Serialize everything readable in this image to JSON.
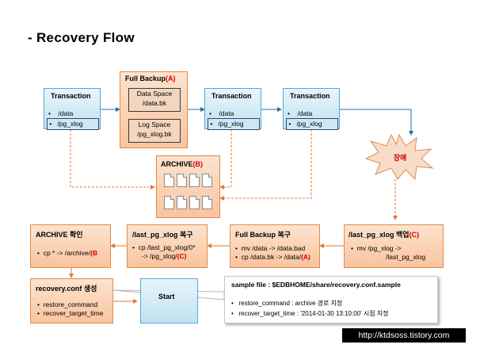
{
  "title": "- Recovery Flow",
  "transaction1": {
    "title": "Transaction",
    "items": [
      "/data",
      "/pg_xlog"
    ]
  },
  "full_backup": {
    "title": "Full Backup",
    "mark": "(A)",
    "data_space": [
      "Data Space",
      "/data.bk"
    ],
    "log_space": [
      "Log Space",
      "/pg_xlog.bk"
    ]
  },
  "transaction2": {
    "title": "Transaction",
    "items": [
      "/data",
      "/pg_xlog"
    ]
  },
  "transaction3": {
    "title": "Transaction",
    "items": [
      "/data",
      "/pg_xlog"
    ]
  },
  "failure": {
    "label": "장애"
  },
  "archive": {
    "title": "ARCHIVE",
    "mark": "(B)"
  },
  "archive_check": {
    "title": "ARCHIVE 확인",
    "item_text": "cp * -> /archive/",
    "item_mark": "(B"
  },
  "xlog_restore": {
    "title": "/last_pg_xlog 복구",
    "line1": "cp /last_pg_xlog/0*",
    "line2_text": "-> /pg_xlog/",
    "line2_mark": "(C)"
  },
  "full_backup_restore": {
    "title": "Full Backup 복구",
    "line1": "mv /data -> /data.bad",
    "line2_text": "cp /data.bk -> /data/",
    "line2_mark": "(A)"
  },
  "xlog_backup": {
    "title_text": "/last_pg_xlog 백업",
    "title_mark": "(C)",
    "line1": "mv /pg_xlog ->",
    "line2": "/last_pg_xlog"
  },
  "recovery_conf": {
    "title": "recovery.conf 생성",
    "items": [
      "restore_command",
      "recover_target_time"
    ]
  },
  "start": {
    "label": "Start"
  },
  "sample": {
    "title": "sample file : $EDBHOME/share/recovery.conf.sample",
    "line1": "restore_command : archive 경로 지정",
    "line2": "recover_target_time : '2014-01-30 13:10:00' 시점 지정"
  },
  "watermark": "http://ktdsoss.tistory.com"
}
